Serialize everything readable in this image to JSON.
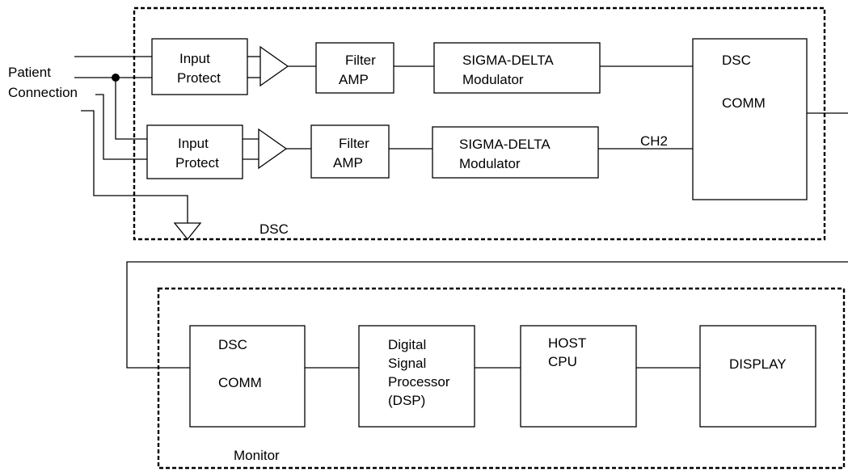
{
  "labels": {
    "patient_connection_line1": "Patient",
    "patient_connection_line2": "Connection",
    "dsc_region": "DSC",
    "monitor_region": "Monitor",
    "ch2": "CH2"
  },
  "dsc_unit": {
    "channel1": {
      "input_protect": [
        "Input",
        "Protect"
      ],
      "filter_amp": [
        "Filter",
        "AMP"
      ],
      "modulator": [
        "SIGMA-DELTA",
        "Modulator"
      ]
    },
    "channel2": {
      "input_protect": [
        "Input",
        "Protect"
      ],
      "filter_amp": [
        "Filter",
        "AMP"
      ],
      "modulator": [
        "SIGMA-DELTA",
        "Modulator"
      ]
    },
    "dsc_comm": [
      "DSC",
      "COMM"
    ]
  },
  "monitor_unit": {
    "dsc_comm": [
      "DSC",
      "COMM"
    ],
    "dsp": [
      "Digital",
      "Signal",
      "Processor",
      "(DSP)"
    ],
    "host_cpu": [
      "HOST",
      "CPU"
    ],
    "display": [
      "DISPLAY"
    ]
  }
}
